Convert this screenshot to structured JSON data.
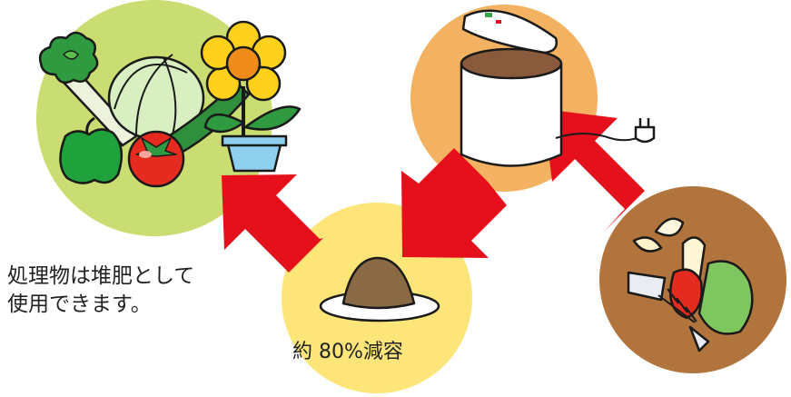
{
  "note": {
    "line1": "処理物は堆肥として",
    "line2": "使用できます。"
  },
  "reduction_label": "約 80%減容",
  "colors": {
    "arrow": "#e5101b",
    "produce_circle": "#c9dd72",
    "processor_circle": "#f3b262",
    "compost_circle": "#fde57a",
    "waste_circle": "#b1743d"
  },
  "icons": [
    "vegetables-flower-icon",
    "garbage-processor-icon",
    "compost-pile-icon",
    "food-waste-icon"
  ]
}
